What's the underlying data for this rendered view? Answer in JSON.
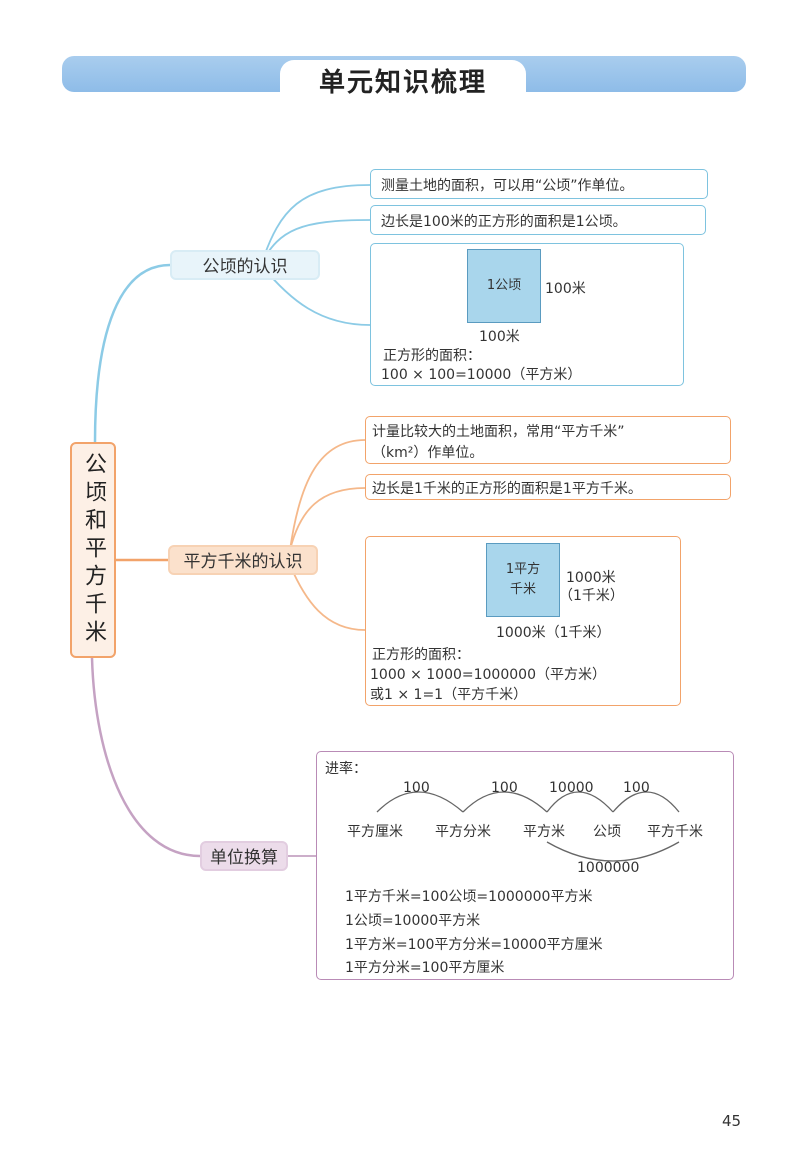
{
  "header": {
    "title": "单元知识梳理"
  },
  "center": {
    "title": "公顷和平方千米"
  },
  "branch1": {
    "label": "公顷的认识",
    "fact1": "测量土地的面积，可以用“公顷”作单位。",
    "fact2": "边长是100米的正方形的面积是1公顷。",
    "figure": {
      "square_label": "1公顷",
      "side_right": "100米",
      "side_bottom": "100米",
      "formula_title": "正方形的面积：",
      "formula": "100 × 100=10000（平方米）"
    }
  },
  "branch2": {
    "label": "平方千米的认识",
    "fact1_line1": "计量比较大的土地面积，常用“平方千米”",
    "fact1_line2": "（km²）作单位。",
    "fact2": "边长是1千米的正方形的面积是1平方千米。",
    "figure": {
      "square_label_line1": "1平方",
      "square_label_line2": "千米",
      "side_right_line1": "1000米",
      "side_right_line2": "（1千米）",
      "side_bottom": "1000米（1千米）",
      "formula_title": "正方形的面积：",
      "formula1": "1000 × 1000=1000000（平方米）",
      "formula2": "或1 × 1=1（平方千米）"
    }
  },
  "branch3": {
    "label": "单位换算",
    "rate_title": "进率：",
    "units": [
      "平方厘米",
      "平方分米",
      "平方米",
      "公顷",
      "平方千米"
    ],
    "rates_top": [
      "100",
      "100",
      "10000",
      "100"
    ],
    "rate_bottom": "1000000",
    "eq1": "1平方千米=100公顷=1000000平方米",
    "eq2": "1公顷=10000平方米",
    "eq3": "1平方米=100平方分米=10000平方厘米",
    "eq4": "1平方分米=100平方厘米"
  },
  "page_number": "45",
  "colors": {
    "blue": "#7ec3df",
    "orange": "#f2a36a",
    "purple": "#b98bb6",
    "header": "#8ebce8"
  }
}
